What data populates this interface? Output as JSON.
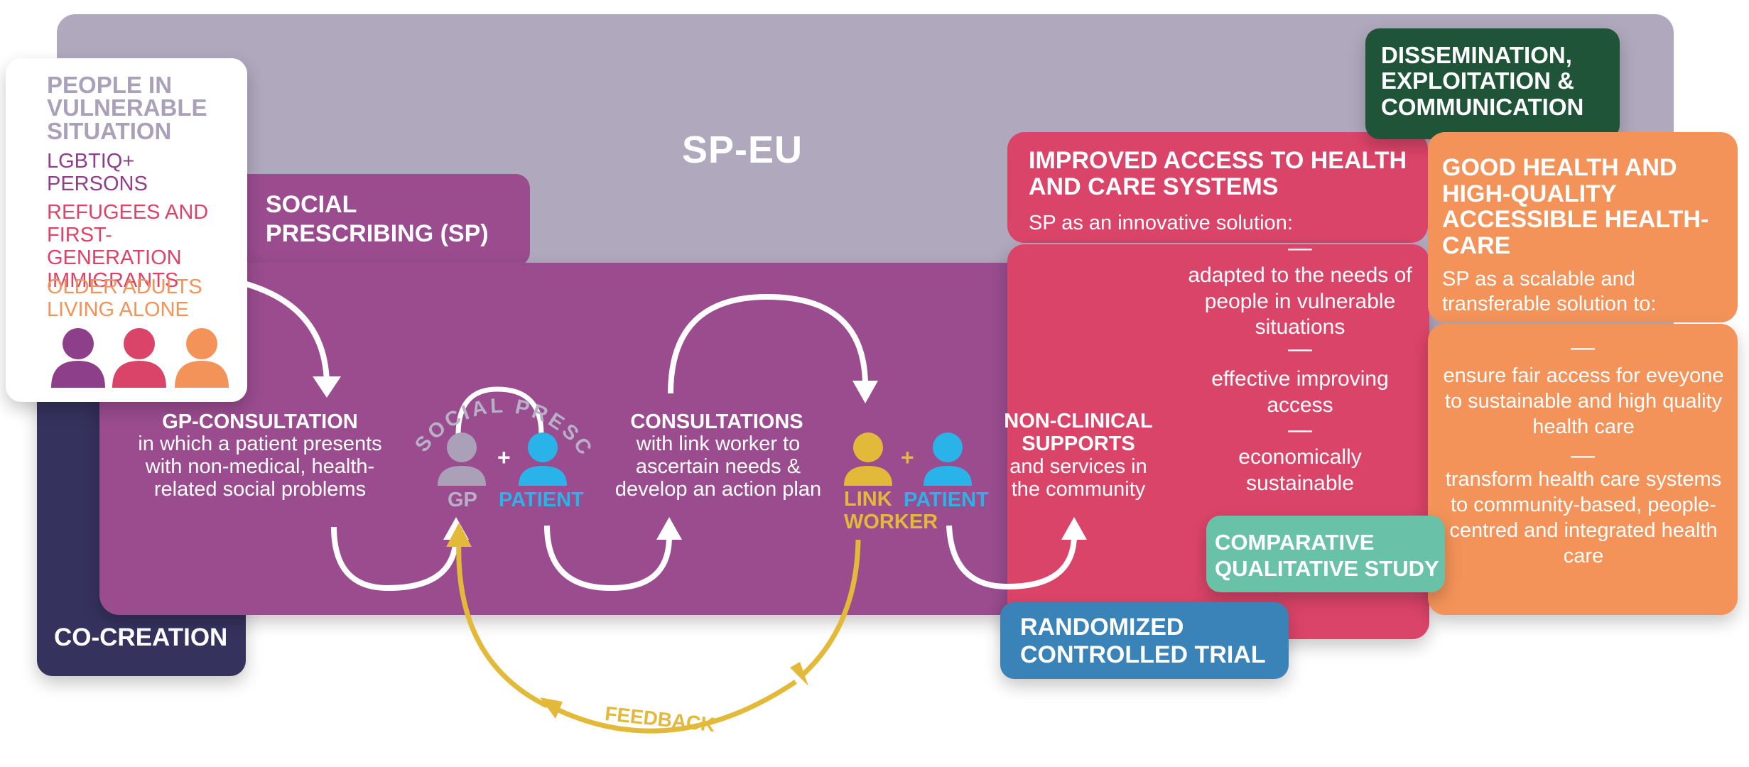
{
  "colors": {
    "sp_eu_bg": "#b0a8bd",
    "purple": "#9a4c8f",
    "navy": "#35325e",
    "red": "#db4469",
    "green_dark": "#1f5438",
    "orange": "#f39359",
    "teal": "#69c2a7",
    "blue": "#3a83b8",
    "yellow": "#e3b939",
    "patient_blue": "#2ab3e8",
    "gp_grey": "#aaa0b8"
  },
  "sp_eu": {
    "title": "SP-EU"
  },
  "vulnerable": {
    "title": "PEOPLE IN VULNERABLE SITUATION",
    "group1": "LGBTIQ+ PERSONS",
    "group2": "REFUGEES AND FIRST-GENERATION IMMIGRANTS",
    "group3": "OLDER ADULTS LIVING ALONE"
  },
  "social_prescribing": {
    "title": "SOCIAL PRESCRIBING (SP)"
  },
  "co_creation": {
    "label": "CO-CREATION"
  },
  "gp_consultation": {
    "title": "GP-CONSULTATION",
    "body": "in which a patient presents with non-medical, health-related social problems"
  },
  "social_prescription": {
    "label": "SOCIAL PRESCRIPTION"
  },
  "gp_patient": {
    "gp": "GP",
    "plus": "+",
    "patient": "PATIENT"
  },
  "consultations": {
    "title": "CONSULTATIONS",
    "body": "with link worker to ascertain needs & develop an action plan"
  },
  "link_patient": {
    "link_worker": "LINK WORKER",
    "plus": "+",
    "patient": "PATIENT"
  },
  "non_clinical": {
    "title": "NON-CLINICAL SUPPORTS",
    "body": "and services in the community"
  },
  "feedback": {
    "label": "FEEDBACK"
  },
  "improved_access": {
    "title": "IMPROVED ACCESS TO HEALTH AND CARE SYSTEMS",
    "subtitle": "SP as an innovative solution:",
    "item1": "adapted to the needs of people in vulnerable situations",
    "item2": "effective improving access",
    "item3": "economically sustainable"
  },
  "dissemination": {
    "title": "DISSEMINATION, EXPLOITATION & COMMUNICATION"
  },
  "good_health": {
    "title": "GOOD HEALTH AND HIGH-QUALITY ACCESSIBLE HEALTH-CARE",
    "subtitle": "SP as a scalable and transferable solution to:",
    "item1": "ensure fair access for eveyone to sustainable and high quality health care",
    "item2": "transform health care systems to community-based, people-centred and integrated health care"
  },
  "comparative": {
    "label": "COMPARATIVE QUALITATIVE STUDY"
  },
  "rct": {
    "label": "RANDOMIZED CONTROLLED TRIAL"
  },
  "divider": "—"
}
